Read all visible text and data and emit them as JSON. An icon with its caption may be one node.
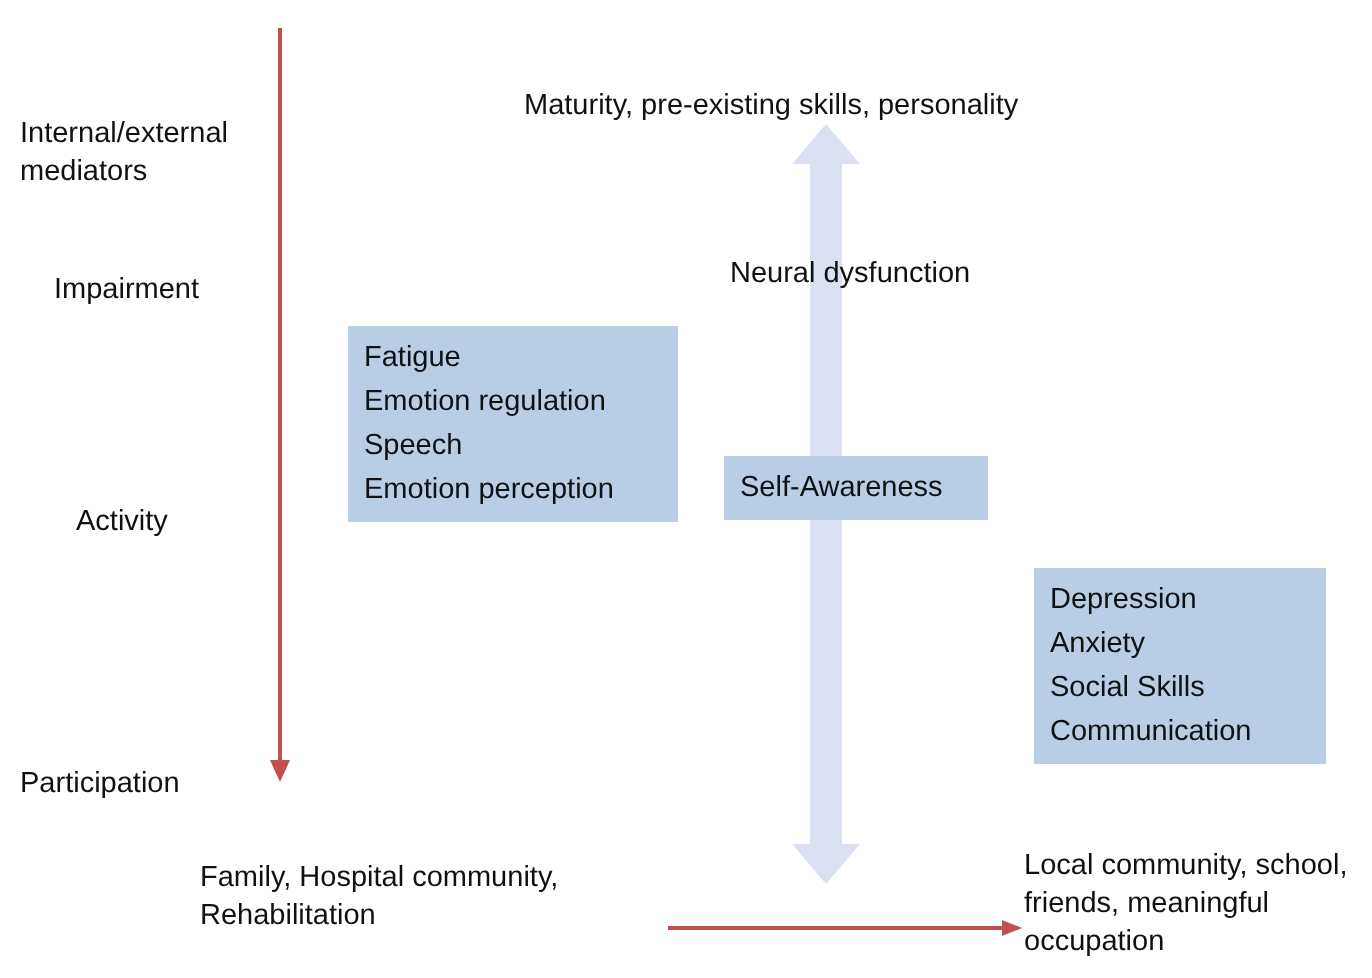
{
  "diagram": {
    "nodes": [
      {
        "text": [
          "Family, Hospital community, Rehabilitation"
        ]
      },
      {
        "text": [
          "Local community, school, friends, meaningful occupation"
        ]
      },
      {
        "text": [
          "Fatigue",
          "Emotion regulation",
          "Speech",
          "Emotion perception"
        ]
      },
      {
        "text": [
          "Self-Awareness"
        ]
      },
      {
        "text": [
          "Depression",
          "Anxiety",
          "Social Skills",
          "Communication"
        ]
      }
    ],
    "edges": [
      {
        "from": 0,
        "to": 1,
        "arrow": "to",
        "color": "#c0504d"
      }
    ],
    "labels": [
      "Internal/external mediators",
      "Maturity, pre-existing skills, personality",
      "Impairment",
      "Neural dysfunction",
      "Activity",
      "Participation"
    ]
  }
}
